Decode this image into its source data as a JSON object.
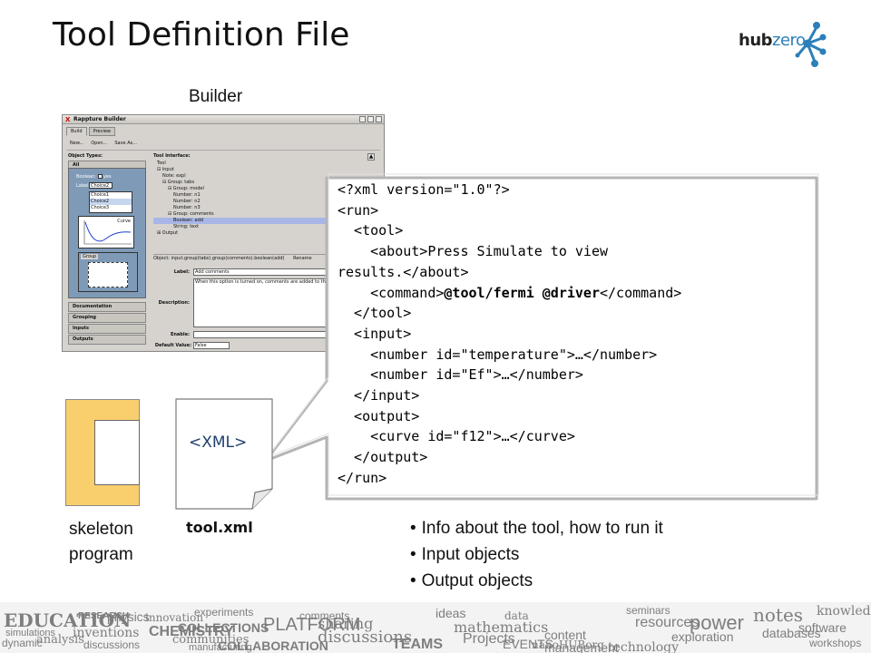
{
  "slide": {
    "title": "Tool Definition File",
    "logo": {
      "part1": "hub",
      "part2": "zero",
      "icon": "hub-node-icon"
    },
    "builder_label": "Builder"
  },
  "builder_window": {
    "title": "Rappture Builder",
    "tabs": [
      "Build",
      "Preview"
    ],
    "toolbar": [
      "New...",
      "Open...",
      "Save As..."
    ],
    "left_header": "Object Types:",
    "all_label": "All",
    "boolean_label": "Boolean:",
    "boolean_value": "yes",
    "choice_label": "Label:",
    "choice_value": "Choice2",
    "choices": [
      "Choice1",
      "Choice2",
      "Choice3"
    ],
    "curve_label": "Curve",
    "group_label": "Group",
    "side_items": [
      "Documentation",
      "Grouping",
      "Inputs",
      "Outputs"
    ],
    "right_header": "Tool Interface:",
    "tree": [
      "Tool",
      "⊟ Input",
      "Note: expl",
      "⊟ Group: tabs",
      "⊟ Group: model",
      "Number: n1",
      "Number: n2",
      "Number: n3",
      "⊟ Group: comments",
      "Boolean: add",
      "String: text",
      "⊞ Output"
    ],
    "tree_selected_index": 9,
    "object_line": "Object:  input.group(tabs).group(comments).boolean(add)",
    "rename_label": "Rename",
    "form": {
      "label_label": "Label:",
      "label_value": "Add comments",
      "description_label": "Description:",
      "description_value": "When this option is turned on, comments are added to the ou",
      "enable_label": "Enable:",
      "default_label": "Default Value:",
      "default_value": "False"
    }
  },
  "code": {
    "lines": [
      "<?xml version=\"1.0\"?>",
      "<run>",
      "  <tool>",
      "    <about>Press Simulate to view",
      "results.</about>",
      "    <command>@tool/fermi @driver</command>",
      "  </tool>",
      "  <input>",
      "    <number id=\"temperature\">…</number>",
      "    <number id=\"Ef\">…</number>",
      "  </input>",
      "  <output>",
      "    <curve id=\"f12\">…</curve>",
      "  </output>",
      "</run>"
    ]
  },
  "icons": {
    "skeleton_label_1": "skeleton",
    "skeleton_label_2": "program",
    "xml_label": "<XML>",
    "file_label": "tool.xml"
  },
  "bullets": [
    "Info about the tool, how to run it",
    "Input objects",
    "Output objects"
  ],
  "banner_words": [
    "EDUCATION",
    "simulations",
    "dynamic",
    "analysis",
    "RESEARCH",
    "physics",
    "inventions",
    "CHEMISTRY",
    "discussions",
    "innovation",
    "experiments",
    "COLLECTIONS",
    "communities",
    "manufacturing",
    "PLATFORM",
    "discussions",
    "COLLABORATION",
    "comments",
    "sharing",
    "TEAMS",
    "ideas",
    "mathematics",
    "Projects",
    "EVENTS",
    "data",
    "content",
    "management",
    "nanoHUBorg",
    "seminars",
    "resources",
    "technology",
    "power",
    "exploration",
    "notes",
    "databases",
    "software",
    "knowledge",
    "workshops"
  ]
}
